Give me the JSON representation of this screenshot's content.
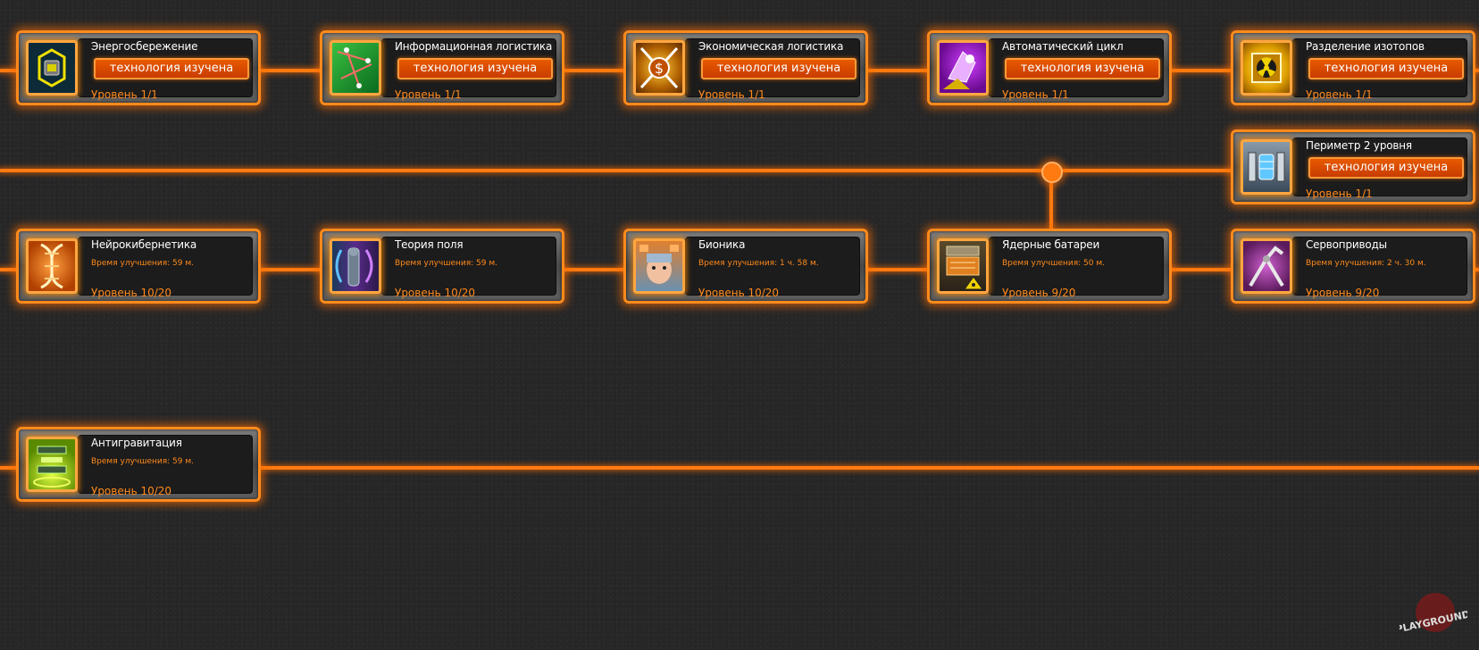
{
  "colors": {
    "accent": "#ff7a10",
    "panel": "#1c1c1c",
    "frame": "#5e5e5e",
    "button": "#d84a00"
  },
  "tech_tree": {
    "row1": [
      {
        "title": "Энергосбережение",
        "button": "технология изучена",
        "level": "Уровень 1/1",
        "icon": "energy-saving-icon"
      },
      {
        "title": "Информационная логистика",
        "button": "технология изучена",
        "level": "Уровень 1/1",
        "icon": "info-logistics-icon"
      },
      {
        "title": "Экономическая логистика",
        "button": "технология изучена",
        "level": "Уровень 1/1",
        "icon": "economic-logistics-icon"
      },
      {
        "title": "Автоматический цикл",
        "button": "технология изучена",
        "level": "Уровень 1/1",
        "icon": "auto-cycle-icon"
      },
      {
        "title": "Разделение изотопов",
        "button": "технология изучена",
        "level": "Уровень 1/1",
        "icon": "isotope-separation-icon"
      }
    ],
    "perimeter": {
      "title": "Периметр 2 уровня",
      "button": "технология изучена",
      "level": "Уровень 1/1",
      "icon": "perimeter-icon"
    },
    "row2": [
      {
        "title": "Нейрокибернетика",
        "time": "Время улучшения: 59 м.",
        "level": "Уровень 10/20",
        "icon": "neurocybernetics-icon"
      },
      {
        "title": "Теория поля",
        "time": "Время улучшения: 59 м.",
        "level": "Уровень 10/20",
        "icon": "field-theory-icon"
      },
      {
        "title": "Бионика",
        "time": "Время улучшения: 1 ч. 58 м.",
        "level": "Уровень 10/20",
        "icon": "bionics-icon"
      },
      {
        "title": "Ядерные батареи",
        "time": "Время улучшения: 50 м.",
        "level": "Уровень 9/20",
        "icon": "nuclear-batteries-icon"
      },
      {
        "title": "Сервоприводы",
        "time": "Время улучшения: 2 ч. 30 м.",
        "level": "Уровень 9/20",
        "icon": "servo-drives-icon"
      }
    ],
    "row3": [
      {
        "title": "Антигравитация",
        "time": "Время улучшения: 59 м.",
        "level": "Уровень 10/20",
        "icon": "antigravity-icon"
      }
    ]
  },
  "watermark": {
    "text": "PLAYGROUND"
  }
}
